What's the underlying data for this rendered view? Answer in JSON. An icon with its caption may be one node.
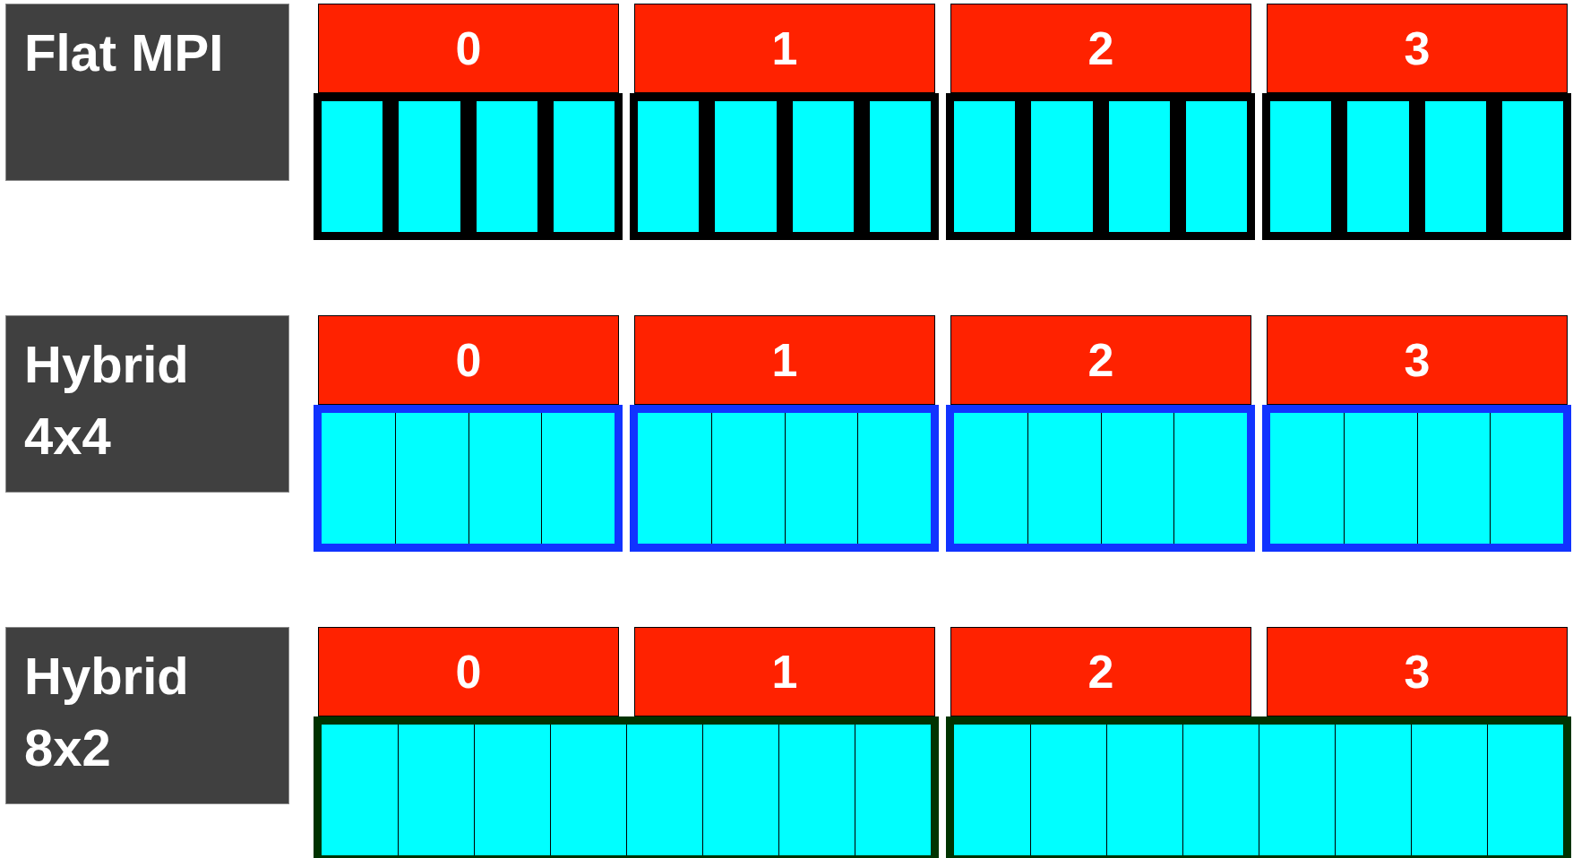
{
  "diagram": {
    "nodes": [
      {
        "text": [
          "Flat MPI"
        ]
      },
      {
        "text": [
          "0"
        ]
      },
      {
        "text": [
          "1"
        ]
      },
      {
        "text": [
          "2"
        ]
      },
      {
        "text": [
          "3"
        ]
      },
      {
        "text": [],
        "shape": "box"
      },
      {
        "text": [],
        "shape": "box"
      },
      {
        "text": [],
        "shape": "box"
      },
      {
        "text": [],
        "shape": "box"
      },
      {
        "text": [],
        "shape": "box"
      },
      {
        "text": [],
        "shape": "box"
      },
      {
        "text": [],
        "shape": "box"
      },
      {
        "text": [],
        "shape": "box"
      },
      {
        "text": [],
        "shape": "box"
      },
      {
        "text": [],
        "shape": "box"
      },
      {
        "text": [],
        "shape": "box"
      },
      {
        "text": [],
        "shape": "box"
      },
      {
        "text": [],
        "shape": "box"
      },
      {
        "text": [],
        "shape": "box"
      },
      {
        "text": [],
        "shape": "box"
      },
      {
        "text": [],
        "shape": "box"
      },
      {
        "text": [
          "Hybrid 4x4"
        ]
      },
      {
        "text": [
          "0"
        ]
      },
      {
        "text": [
          "1"
        ]
      },
      {
        "text": [
          "2"
        ]
      },
      {
        "text": [
          "3"
        ]
      },
      {
        "text": [],
        "shape": "box"
      },
      {
        "text": [],
        "shape": "box",
        "in": 26
      },
      {
        "text": [],
        "shape": "box",
        "in": 26
      },
      {
        "text": [],
        "shape": "box",
        "in": 26
      },
      {
        "text": [],
        "shape": "box",
        "in": 26
      },
      {
        "text": [],
        "shape": "box"
      },
      {
        "text": [],
        "shape": "box",
        "in": 31
      },
      {
        "text": [],
        "shape": "box",
        "in": 31
      },
      {
        "text": [],
        "shape": "box",
        "in": 31
      },
      {
        "text": [],
        "shape": "box",
        "in": 31
      },
      {
        "text": [],
        "shape": "box"
      },
      {
        "text": [],
        "shape": "box",
        "in": 36
      },
      {
        "text": [],
        "shape": "box",
        "in": 36
      },
      {
        "text": [],
        "shape": "box",
        "in": 36
      },
      {
        "text": [],
        "shape": "box",
        "in": 36
      },
      {
        "text": [],
        "shape": "box"
      },
      {
        "text": [],
        "shape": "box",
        "in": 41
      },
      {
        "text": [],
        "shape": "box",
        "in": 41
      },
      {
        "text": [],
        "shape": "box",
        "in": 41
      },
      {
        "text": [],
        "shape": "box",
        "in": 41
      },
      {
        "text": [
          "Hybrid 8x2"
        ]
      },
      {
        "text": [
          "0"
        ]
      },
      {
        "text": [
          "1"
        ]
      },
      {
        "text": [
          "2"
        ]
      },
      {
        "text": [
          "3"
        ]
      },
      {
        "text": [],
        "shape": "box"
      },
      {
        "text": [],
        "shape": "box",
        "in": 51
      },
      {
        "text": [],
        "shape": "box",
        "in": 51
      },
      {
        "text": [],
        "shape": "box",
        "in": 51
      },
      {
        "text": [],
        "shape": "box",
        "in": 51
      },
      {
        "text": [],
        "shape": "box",
        "in": 51
      },
      {
        "text": [],
        "shape": "box",
        "in": 51
      },
      {
        "text": [],
        "shape": "box",
        "in": 51
      },
      {
        "text": [],
        "shape": "box",
        "in": 51
      },
      {
        "text": [],
        "shape": "box"
      },
      {
        "text": [],
        "shape": "box",
        "in": 60
      },
      {
        "text": [],
        "shape": "box",
        "in": 60
      },
      {
        "text": [],
        "shape": "box",
        "in": 60
      },
      {
        "text": [],
        "shape": "box",
        "in": 60
      },
      {
        "text": [],
        "shape": "box",
        "in": 60
      },
      {
        "text": [],
        "shape": "box",
        "in": 60
      },
      {
        "text": [],
        "shape": "box",
        "in": 60
      },
      {
        "text": [],
        "shape": "box",
        "in": 60
      }
    ]
  }
}
